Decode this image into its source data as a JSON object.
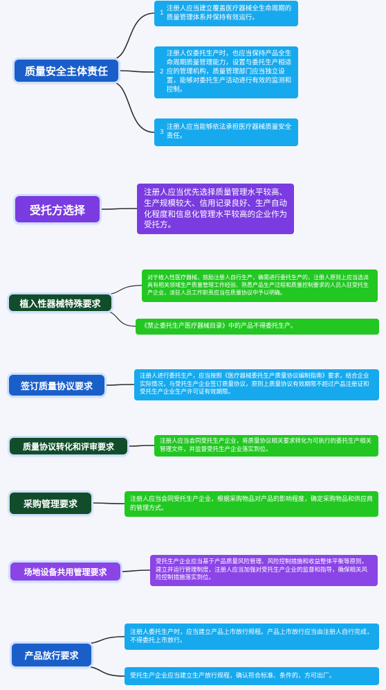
{
  "colors": {
    "leaf_blue": "#16a9ee",
    "node_navy": "#1a5fc9",
    "node_purple": "#7a3be0",
    "leaf_green": "#22c722",
    "node_dark_green": "#114d2a",
    "connector": "#2d2d2d",
    "background": "#f4f6fb"
  },
  "sections": [
    {
      "title": "质量安全主体责任",
      "items": [
        {
          "num": "1",
          "text": "注册人应当建立覆盖医疗器械全生命周期的质量管理体系并保持有效运行。"
        },
        {
          "num": "2",
          "text": "注册人仅委托生产时，也应当保持产品全生命周期质量管理能力，设置与委托生产相适应的管理机构，质量管理部门应当独立设置，能够对委托生产活动进行有效的监测和控制。"
        },
        {
          "num": "3",
          "text": "注册人应当能够依法承担医疗器械质量安全责任。"
        }
      ]
    },
    {
      "title": "受托方选择",
      "items": [
        {
          "text": "注册人应当优先选择质量管理水平较高、生产规模较大、信用记录良好、生产自动化程度和信息化管理水平较高的企业作为受托方。"
        }
      ]
    },
    {
      "title": "植入性器械特殊要求",
      "items": [
        {
          "text": "对于植入性医疗器械，鼓励注册人自行生产，确需进行委托生产的，注册人原则上应当选派具有相关领域生产质量管理工作经验、熟悉产品生产过程和质量控制要求的人员入驻受托生产企业，派驻人员工作职责应当在质量协议中予以明确。"
        },
        {
          "text": "《禁止委托生产医疗器械目录》中的产品不得委托生产。"
        }
      ]
    },
    {
      "title": "签订质量协议要求",
      "items": [
        {
          "text": "注册人进行委托生产，应当按照《医疗器械委托生产质量协议编制指南》要求，结合企业实际情况，与受托生产企业签订质量协议，原则上质量协议有效期限不超过产品注册证和受托生产企业生产许可证有效期限。"
        }
      ]
    },
    {
      "title": "质量协议转化和评审要求",
      "items": [
        {
          "text": "注册人应当会同受托生产企业，将质量协议相关要求转化为可执行的委托生产相关管理文件，并监督受托生产企业落实到位。"
        }
      ]
    },
    {
      "title": "采购管理要求",
      "items": [
        {
          "text": "注册人应当会同受托生产企业，根据采购物品对产品的影响程度，确定采购物品和供应商的管理方式。"
        }
      ]
    },
    {
      "title": "场地设备共用管理要求",
      "items": [
        {
          "text": "受托生产企业应当基于产品质量风险管理、风险控制措施和收益整体平衡等原则，建立并运行管理制度，注册人应当加强对受托生产企业的监督和指导，确保相关风险控制措施落实到位。"
        }
      ]
    },
    {
      "title": "产品放行要求",
      "items": [
        {
          "text": "注册人委托生产时，应当建立产品上市放行规程。产品上市放行应当由注册人自行完成，不得委托上市放行。"
        },
        {
          "text": "受托生产企业应当建立生产放行规程，确认符合标准、条件的，方可出厂。"
        }
      ]
    }
  ]
}
